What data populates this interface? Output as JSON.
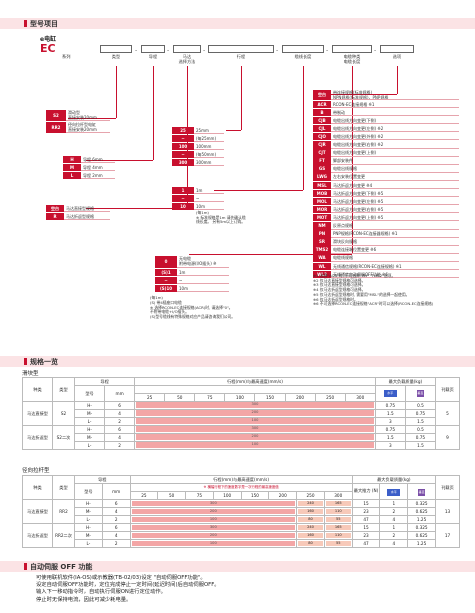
{
  "section1": {
    "title": "型号项目"
  },
  "series_title": "e电缸",
  "series_code": "EC",
  "series_label": "系列",
  "model_fields": [
    "类型",
    "导程",
    "马达\n选择方法",
    "行程",
    "缆线长度",
    "电缆种类\n电缆长度",
    "选项"
  ],
  "type_table": [
    {
      "code": "S2",
      "desc": "滑动型\n直接安装20mm"
    },
    {
      "code": "RR2",
      "desc": "径向拉杆型电缸\n直接安装20mm"
    }
  ],
  "lead_table": [
    {
      "code": "H",
      "desc": "导程 6mm"
    },
    {
      "code": "M",
      "desc": "导程 4mm"
    },
    {
      "code": "L",
      "desc": "导程 2mm"
    }
  ],
  "motor_table": [
    {
      "code": "空白",
      "desc": "马达直接型规格"
    },
    {
      "code": "R",
      "desc": "马达折返型规格"
    }
  ],
  "stroke_table": [
    {
      "code": "25",
      "desc": "25mm"
    },
    {
      "code": "~",
      "desc": "(每25mm)"
    },
    {
      "code": "100",
      "desc": "100mm"
    },
    {
      "code": "~",
      "desc": "(每50mm)"
    },
    {
      "code": "300",
      "desc": "300mm"
    }
  ],
  "cable_table": [
    {
      "code": "1",
      "desc": "1m"
    },
    {
      "code": "~",
      "desc": "~"
    },
    {
      "code": "10",
      "desc": "10m"
    }
  ],
  "cable_note": "(每1m)\n※ 标准规格是1m 请先确认缆线长度。 另有5m以上订购。",
  "cable2_table": [
    {
      "code": "0",
      "desc": "无电缆\n附带电源(I/O插头) ※"
    },
    {
      "code": "(S)1",
      "desc": "1m"
    },
    {
      "code": "~",
      "desc": "~"
    },
    {
      "code": "(S)10",
      "desc": "10m"
    }
  ],
  "cable2_note": "(每1m)\n(S) 带4插座口电缆\n※ 选择RCON-EC连接规格(ACR)时, 请选择\"0\"。\n不附带电缆+I/O插头。\n(S)型号缆线有特殊规格对应产品请咨询我们公司。",
  "option_table": [
    {
      "code": "空白",
      "desc": "带连接规格(标准规格)\nNPN规格(标准规格)，PNP规格"
    },
    {
      "code": "ACR",
      "desc": "RCON-EC连接规格 ※1"
    },
    {
      "code": "B",
      "desc": "带制动"
    },
    {
      "code": "CJB",
      "desc": "电缆出线方向变更(下侧)"
    },
    {
      "code": "CJL",
      "desc": "电缆出线方向变更(左侧) ※2"
    },
    {
      "code": "CJO",
      "desc": "电缆出线方向变更(外侧) ※2"
    },
    {
      "code": "CJR",
      "desc": "电缆出线方向变更(右侧) ※2"
    },
    {
      "code": "CJT",
      "desc": "电缆出线方向变更(上侧)"
    },
    {
      "code": "FT",
      "desc": "脚部安装件"
    },
    {
      "code": "GS",
      "desc": "电缆出线规格"
    },
    {
      "code": "LWG",
      "desc": "左右安装位置变更"
    },
    {
      "code": "MSL",
      "desc": "马达折返方向变更 ※4"
    },
    {
      "code": "MOB",
      "desc": "马达折返方向变更(下侧) ※5"
    },
    {
      "code": "MOL",
      "desc": "马达折返方向变更(左侧) ※5"
    },
    {
      "code": "MOR",
      "desc": "马达折返方向变更(右侧) ※5"
    },
    {
      "code": "MOT",
      "desc": "马达折返方向变更(上侧) ※5"
    },
    {
      "code": "NM",
      "desc": "反原点规格"
    },
    {
      "code": "PN",
      "desc": "PNP规格(RCON-EC连接器规格) ※1"
    },
    {
      "code": "SR",
      "desc": "滑块反向规格"
    },
    {
      "code": "TMS2",
      "desc": "电缆连接端位置变更 ※6"
    },
    {
      "code": "WA",
      "desc": "电缆线规格"
    },
    {
      "code": "WL",
      "desc": "无线通信规格(RCON-EC连接规格) ※1"
    },
    {
      "code": "WL2",
      "desc": "无线通信自动伺服OFF功能 ※6"
    }
  ],
  "option_notes": "※1 选择\"ACR\"时, 不可选择\"PN\" \"TMS2\"选项。\n※2 仅马达直接型规格可选择。\n※3 仅马达直接型规格可选择。\n※4 仅马达折返型规格可选择。\n※5 仅马达折返型规格时, 需要用\"MSL\"的选择一起使用。\n※6 仅马达折返型规格时。\n※6 不可选择RCON-EC连接规格\"ACR\"时可以选择(RCON-EC连接规格)",
  "section2": {
    "title": "规格一览"
  },
  "slider_label": "滑块型",
  "radial_label": "径向拉杆型",
  "spec_headers": {
    "kind": "种类",
    "type": "类型",
    "lead": "导程",
    "model": "型号",
    "mm": "mm",
    "stroke": "行程(mm)与最高速度(mm/s)",
    "load": "最大负载质量(kg)",
    "thrust": "最大推力 (N)",
    "page": "刊载页",
    "horiz": "水平",
    "vert": "垂直"
  },
  "speed_cols": [
    "25",
    "50",
    "75",
    "100",
    "150",
    "200",
    "250",
    "300"
  ],
  "slider_rows": [
    {
      "group": "马达直接型",
      "type": "S2",
      "model": "H-",
      "lead": "6",
      "speed": "300",
      "h": "0.75",
      "v": "0.5",
      "page": "5"
    },
    {
      "group": "",
      "type": "",
      "model": "M-",
      "lead": "4",
      "speed": "200",
      "h": "1.5",
      "v": "0.75",
      "page": ""
    },
    {
      "group": "",
      "type": "",
      "model": "L-",
      "lead": "2",
      "speed": "100",
      "h": "3",
      "v": "1.5",
      "page": ""
    },
    {
      "group": "马达折返型",
      "type": "S2二次",
      "model": "H-",
      "lead": "6",
      "speed": "300",
      "h": "0.75",
      "v": "0.5",
      "page": "9"
    },
    {
      "group": "",
      "type": "",
      "model": "M-",
      "lead": "4",
      "speed": "200",
      "h": "1.5",
      "v": "0.75",
      "page": ""
    },
    {
      "group": "",
      "type": "",
      "model": "L-",
      "lead": "2",
      "speed": "100",
      "h": "3",
      "v": "1.5",
      "page": ""
    }
  ],
  "radial_rows": [
    {
      "group": "马达直接型",
      "type": "RR2",
      "model": "H-",
      "lead": "6",
      "speed": "300",
      "s2": "240",
      "s3": "165",
      "t": "15",
      "h": "1",
      "v": "0.325",
      "page": "13"
    },
    {
      "group": "",
      "type": "",
      "model": "M-",
      "lead": "4",
      "speed": "200",
      "s2": "160",
      "s3": "110",
      "t": "23",
      "h": "2",
      "v": "0.625",
      "page": ""
    },
    {
      "group": "",
      "type": "",
      "model": "L-",
      "lead": "2",
      "speed": "100",
      "s2": "80",
      "s3": "55",
      "t": "47",
      "h": "4",
      "v": "1.25",
      "page": ""
    },
    {
      "group": "马达折返型",
      "type": "RR2二次",
      "model": "H-",
      "lead": "6",
      "speed": "300",
      "s2": "240",
      "s3": "165",
      "t": "15",
      "h": "1",
      "v": "0.325",
      "page": "17"
    },
    {
      "group": "",
      "type": "",
      "model": "M-",
      "lead": "4",
      "speed": "200",
      "s2": "160",
      "s3": "110",
      "t": "23",
      "h": "2",
      "v": "0.625",
      "page": ""
    },
    {
      "group": "",
      "type": "",
      "model": "L-",
      "lead": "2",
      "speed": "100",
      "s2": "80",
      "s3": "55",
      "t": "47",
      "h": "4",
      "v": "1.25",
      "page": ""
    }
  ],
  "radial_bar_note": "※ 横幅行程下的速度数字是一次行程的最高速度值",
  "section3": {
    "title": "自动伺服 OFF 功能"
  },
  "servo_text": [
    "可使用联机软件(IA-OS)或示教器(TB-02/03)设定 \"自动伺服OFF功能\"。",
    "设定自动伺服OFF功能时，定位完成停止一定时间(延迟时间)后自动伺服OFF。",
    "输入下一移动指令时，自动执行伺服ON进行定位动作。",
    "停止时无保持电流，因此可减少耗电量。"
  ],
  "colors": {
    "accent": "#c8102e",
    "section_bg": "#fbe3e5",
    "bar_red": "#f3a6a6",
    "bar_orange": "#f7c9b9"
  }
}
